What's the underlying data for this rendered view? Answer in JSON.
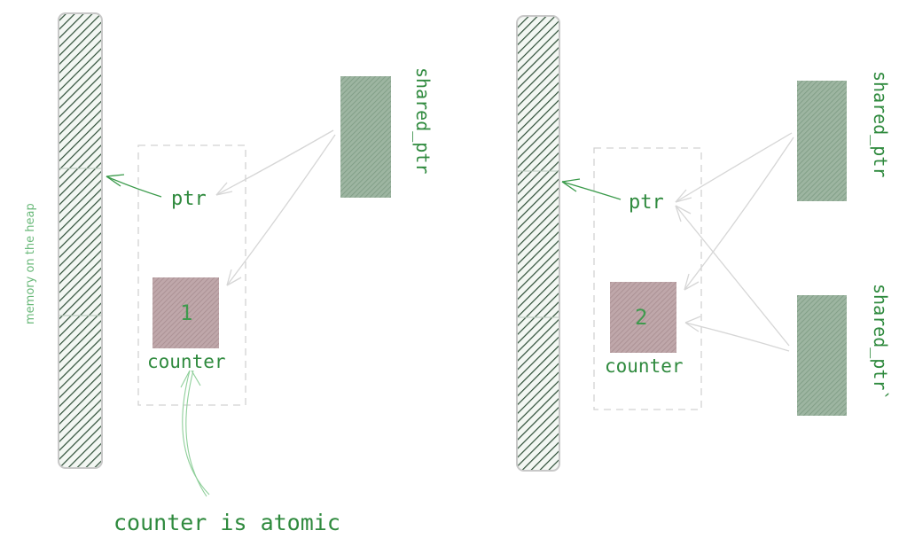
{
  "left_panel": {
    "heap_label": "memory on the heap",
    "ptr_label": "ptr",
    "counter_value": "1",
    "counter_label": "counter",
    "shared_ptr_label": "shared_ptr",
    "atomic_note": "counter is atomic"
  },
  "right_panel": {
    "ptr_label": "ptr",
    "counter_value": "2",
    "counter_label": "counter",
    "shared_ptr_label": "shared_ptr",
    "shared_ptr_copy_label": "shared_ptr`"
  },
  "colors": {
    "memory_hatch": "#2f4f38",
    "shared_ptr_fill": "#8aa78f",
    "counter_fill": "#b39a9d",
    "text_green": "#2f8a3e",
    "arrow_grey": "#d6d6d6"
  }
}
